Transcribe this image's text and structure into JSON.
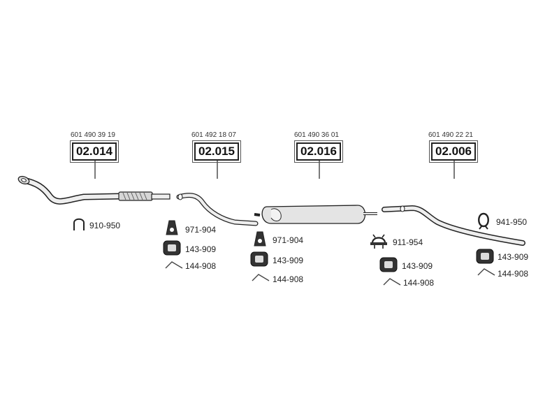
{
  "groups": [
    {
      "oe": "601 490 39 19",
      "code": "02.014"
    },
    {
      "oe": "601 492 18 07",
      "code": "02.015"
    },
    {
      "oe": "601 490 36 01",
      "code": "02.016"
    },
    {
      "oe": "601 490 22 21",
      "code": "02.006"
    }
  ],
  "parts": {
    "clamp_u": "910-950",
    "bracket_a": "971-904",
    "rubber_a": "143-909",
    "strap_a": "144-908",
    "bracket_b": "971-904",
    "rubber_b": "143-909",
    "strap_b": "144-908",
    "clamp_c": "911-954",
    "rubber_c": "143-909",
    "strap_c": "144-908",
    "ring_d": "941-950",
    "rubber_d": "143-909",
    "strap_d": "144-908"
  },
  "icons": {
    "u_clamp": "u-clamp-icon",
    "bracket": "mounting-bracket-icon",
    "rubber": "rubber-mount-icon",
    "strap": "strap-icon",
    "clamp": "pipe-clamp-icon",
    "ring": "hanger-ring-icon"
  },
  "colors": {
    "line": "#222222",
    "pipe_fill": "#e6e6e6",
    "mount_fill": "#333333"
  }
}
